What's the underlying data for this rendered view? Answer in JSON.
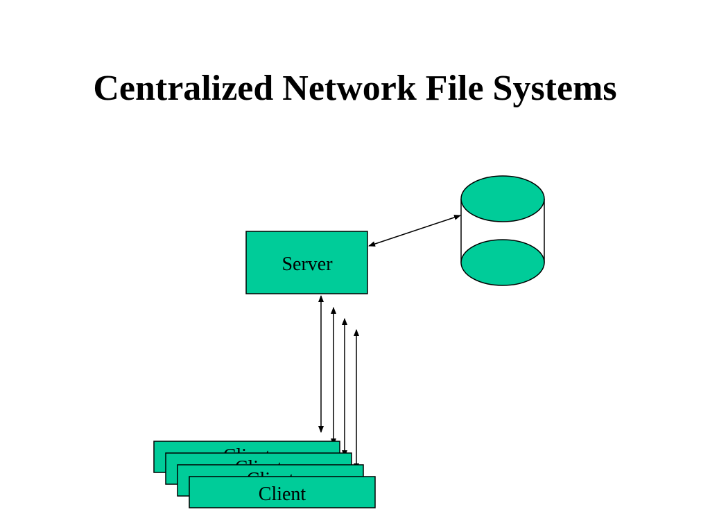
{
  "slide": {
    "title": "Centralized Network File Systems"
  },
  "diagram": {
    "server_label": "Server",
    "client_labels": [
      "Client",
      "Client",
      "Client",
      "Client"
    ],
    "colors": {
      "fill": "#00CC99",
      "stroke": "#000000",
      "background": "#FFFFFF"
    }
  }
}
